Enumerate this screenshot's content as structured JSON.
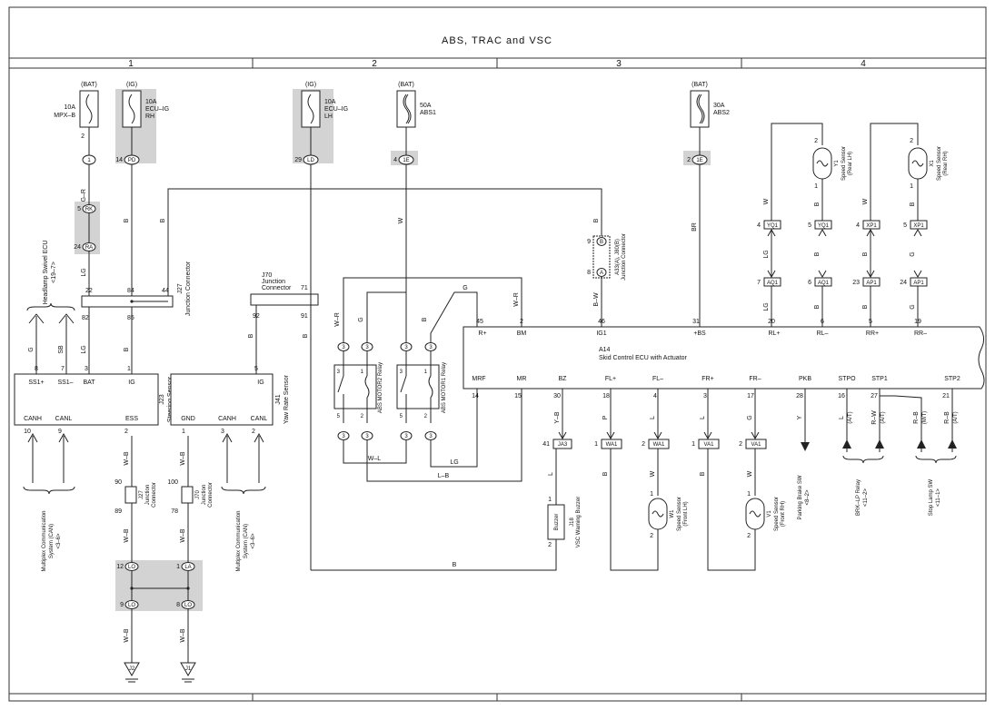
{
  "title": "ABS, TRAC and VSC",
  "grid": [
    "1",
    "2",
    "3",
    "4"
  ],
  "fuses": {
    "mpx": {
      "source": "(BAT)",
      "rating": "10A",
      "name": "MPX–B",
      "pin_top": "2",
      "conn": "1"
    },
    "ecuigrh": {
      "source": "(IG)",
      "rating": "10A",
      "name1": "ECU–IG",
      "name2": "RH",
      "pin": "14",
      "conn": "PD"
    },
    "ecuiglh": {
      "source": "(IG)",
      "rating": "10A",
      "name1": "ECU–IG",
      "name2": "LH",
      "pin": "29",
      "conn": "LD"
    },
    "abs1": {
      "source": "(BAT)",
      "rating": "50A",
      "name": "ABS1",
      "pin": "4",
      "conn": "1E"
    },
    "abs2": {
      "source": "(BAT)",
      "rating": "30A",
      "name": "ABS2",
      "pin": "2",
      "conn": "1E"
    }
  },
  "wires": {
    "gr": "G–R",
    "lg": "LG",
    "b": "B",
    "w": "W",
    "br": "BR",
    "wr": "W–R",
    "g": "G",
    "bw": "B–W",
    "wl": "W–L",
    "lb": "L–B",
    "yb": "Y–B",
    "p": "P",
    "l": "L",
    "y": "Y",
    "wb": "W–B",
    "rw": "R–W",
    "rb": "R–B",
    "sb": "SB"
  },
  "connectors": {
    "rk": {
      "pin": "5",
      "name": "RK"
    },
    "ra": {
      "pin": "24",
      "name": "RA"
    },
    "lo": {
      "pin": "12",
      "name": "LO"
    },
    "la": {
      "pin": "1",
      "name": "LA"
    },
    "lo9": {
      "pin": "9",
      "name": "LO"
    },
    "lo8": {
      "pin": "8",
      "name": "LO"
    },
    "ja3": {
      "pin": "41",
      "name": "JA3"
    },
    "wa1a": {
      "pin": "1",
      "name": "WA1"
    },
    "wa1b": {
      "pin": "2",
      "name": "WA1"
    },
    "va1a": {
      "pin": "1",
      "name": "VA1"
    },
    "va1b": {
      "pin": "2",
      "name": "VA1"
    },
    "yq1a": {
      "pin": "4",
      "name": "YQ1"
    },
    "yq1b": {
      "pin": "5",
      "name": "YQ1"
    },
    "aq1a": {
      "pin": "7",
      "name": "AQ1"
    },
    "aq1b": {
      "pin": "6",
      "name": "AQ1"
    },
    "xp1a": {
      "pin": "4",
      "name": "XP1"
    },
    "xp1b": {
      "pin": "5",
      "name": "XP1"
    },
    "ap1a": {
      "pin": "23",
      "name": "AP1"
    },
    "ap1b": {
      "pin": "24",
      "name": "AP1"
    },
    "pin3": "3",
    "b_conn": "B",
    "a_conn": "A",
    "b_pin": "9",
    "a_pin": "8"
  },
  "jc27": {
    "name1": "J27",
    "name2": "Junction Connector",
    "p1": "84",
    "p2": "44",
    "p3": "22",
    "p4": "85",
    "p5": "82"
  },
  "j70": {
    "name1": "J70",
    "name2": "Junction",
    "name3": "Connector",
    "p1": "71",
    "p2": "92",
    "p3": "91"
  },
  "a33": {
    "name1": "A33(A), J80(B)",
    "name2": "Junction Connector"
  },
  "j27b": {
    "name1": "J27",
    "name2": "Junction",
    "name3": "Connector",
    "p1": "90",
    "p2": "89"
  },
  "j70b": {
    "name1": "J70",
    "name2": "Junction",
    "name3": "Connector",
    "p1": "100",
    "p2": "78"
  },
  "steering": {
    "name1": "J23",
    "name2": "Steering Sensor",
    "pins_top": [
      "8",
      "7",
      "3",
      "1"
    ],
    "labels_top": [
      "SS1+",
      "SS1–",
      "BAT",
      "IG"
    ],
    "labels_bot": [
      "CANH",
      "CANL",
      "ESS"
    ],
    "pins_bot": [
      "10",
      "9",
      "2"
    ]
  },
  "yaw": {
    "name1": "J41",
    "name2": "Yaw Rate Sensor",
    "pin_top": "5",
    "label_top": "IG",
    "labels_bot": [
      "GND",
      "CANH",
      "CANL"
    ],
    "pins_bot": [
      "1",
      "3",
      "2"
    ]
  },
  "headlamp": {
    "line1": "Headlamp Swivel ECU",
    "line2": "<19–7>"
  },
  "multiplex1": {
    "line1": "Multiplex Communication",
    "line2": "System (CAN)",
    "line3": "<3–6>"
  },
  "multiplex2": {
    "line1": "Multiplex Communication",
    "line2": "System (CAN)",
    "line3": "<3–6>"
  },
  "relays": {
    "m2": "ABS MOTOR2 Relay",
    "m1": "ABS MOTOR1 Relay",
    "pins": [
      "3",
      "1",
      "5",
      "2"
    ]
  },
  "ecu": {
    "name1": "A14",
    "name2": "Skid Control ECU with Actuator",
    "top_pins": [
      "45",
      "2",
      "46",
      "31",
      "20",
      "6",
      "5",
      "19"
    ],
    "top_labels": [
      "R+",
      "BM",
      "IG1",
      "+BS",
      "RL+",
      "RL–",
      "RR+",
      "RR–"
    ],
    "bot_pins": [
      "14",
      "15",
      "30",
      "18",
      "4",
      "3",
      "17",
      "28",
      "16",
      "27",
      "21"
    ],
    "bot_labels": [
      "MRF",
      "MR",
      "BZ",
      "FL+",
      "FL–",
      "FR+",
      "FR–",
      "PKB",
      "STPO",
      "STP1",
      "STP2"
    ]
  },
  "sensors": {
    "rl": {
      "name1": "Y1",
      "name2": "Speed Sensor",
      "name3": "(Rear LH)",
      "pins": [
        "2",
        "1"
      ]
    },
    "rr": {
      "name1": "X1",
      "name2": "Speed Sensor",
      "name3": "(Rear RH)",
      "pins": [
        "2",
        "1"
      ]
    },
    "fl": {
      "name1": "W1",
      "name2": "Speed Sensor",
      "name3": "(Front LH)",
      "pins": [
        "1",
        "2"
      ]
    },
    "fr": {
      "name1": "V1",
      "name2": "Speed Sensor",
      "name3": "(Front RH)",
      "pins": [
        "1",
        "2"
      ]
    }
  },
  "buzzer": {
    "label": "Buzzer",
    "name1": "J18",
    "name2": "VSC Warning Buzzer",
    "pins": [
      "1",
      "2"
    ]
  },
  "parking": {
    "line1": "Parking Brake SW",
    "line2": "<8–2>"
  },
  "brk": {
    "line1": "BRK–LP Relay",
    "line2": "<11–2>"
  },
  "stop": {
    "line1": "Stop Lamp SW",
    "line2": "<11–1>"
  },
  "trans": {
    "at": "(A/T)",
    "mt": "(M/T)"
  },
  "grounds": {
    "j2": "J2",
    "j1": "J1"
  }
}
